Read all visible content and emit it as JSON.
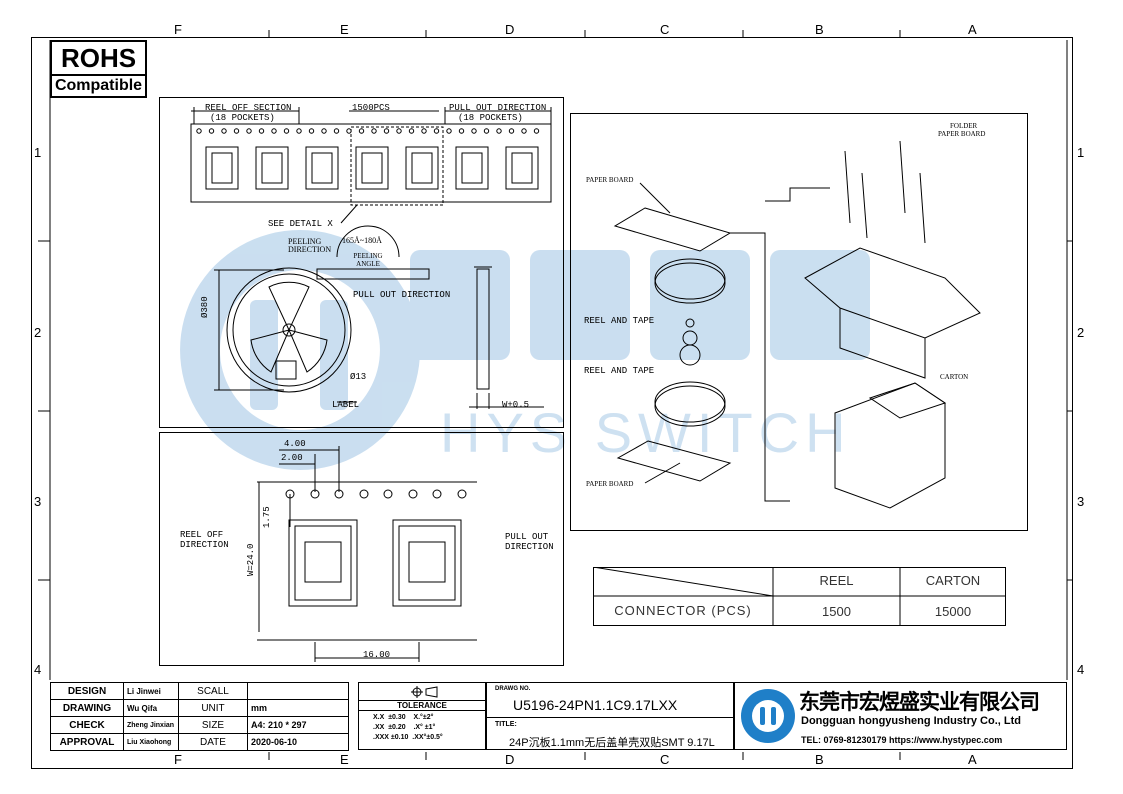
{
  "zones": {
    "cols": [
      "F",
      "E",
      "D",
      "C",
      "B",
      "A"
    ],
    "rows": [
      "1",
      "2",
      "3",
      "4"
    ]
  },
  "rohs": {
    "line1": "ROHS",
    "line2": "Compatible"
  },
  "watermark": {
    "text": "HYS SWITCH"
  },
  "tape": {
    "reel_off": "REEL OFF SECTION",
    "reel_off_sub": "(18 POCKETS)",
    "count": "1500PCS",
    "pull_out": "PULL OUT DIRECTION",
    "pull_out_sub": "(18 POCKETS)",
    "see_detail": "SEE DETAIL X",
    "peeling_dir": "PEELING DIRECTION",
    "peeling_angle_val": "165Å~180Å",
    "peeling_angle": "PEELING ANGLE",
    "pull_out2": "PULL OUT DIRECTION",
    "dia380": "Ø380",
    "dia13": "Ø13",
    "label": "LABEL",
    "width": "W+0.5"
  },
  "detail": {
    "d400": "4.00",
    "d200": "2.00",
    "d175": "1.75",
    "w240": "W=24.0",
    "d1600": "16.00",
    "reel_off": "REEL OFF",
    "reel_off2": "DIRECTION",
    "pull_out": "PULL OUT",
    "pull_out2": "DIRECTION"
  },
  "packing": {
    "paper_board1": "PAPER BOARD",
    "reel_tape1": "REEL AND TAPE",
    "reel_tape2": "REEL AND TAPE",
    "paper_board2": "PAPER BOARD",
    "folder": "FOLDER",
    "folder_pb": "PAPER BOARD",
    "carton": "CARTON"
  },
  "qty_table": {
    "header": [
      "REEL",
      "CARTON"
    ],
    "row_label": "CONNECTOR (PCS)",
    "values": [
      "1500",
      "15000"
    ]
  },
  "title_block": {
    "design": "DESIGN",
    "design_name": "Li Jinwei",
    "scale": "SCALL",
    "drawing": "DRAWING",
    "drawing_name": "Wu Qifa",
    "unit": "UNIT",
    "unit_val": "mm",
    "check": "CHECK",
    "check_name": "Zheng Jinxian",
    "size": "SIZE",
    "size_val": "A4: 210 * 297",
    "approval": "APPROVAL",
    "approval_name": "Liu Xiaohong",
    "date": "DATE",
    "date_val": "2020-06-10",
    "tolerance": "TOLERANCE",
    "tol": [
      [
        "X.X",
        "±0.30",
        "X.°±2°"
      ],
      [
        ".XX",
        "±0.20",
        ".X° ±1°"
      ],
      [
        ".XXX",
        "±0.10",
        ".XX°±0.5°"
      ]
    ],
    "drawg_no_label": "DRAWG NO.",
    "drawg_no": "U5196-24PN1.1C9.17LXX",
    "title_label": "TITLE:",
    "title": "24P沉板1.1mm无后盖单壳双贴SMT 9.17L",
    "company_cn": "东莞市宏煜盛实业有限公司",
    "company_en": "Dongguan hongyusheng Industry Co., Ltd",
    "tel": "TEL: 0769-81230179  https://www.hystypec.com"
  },
  "colors": {
    "watermark": "#9fc4e4",
    "logo": "#1f7fc8"
  }
}
